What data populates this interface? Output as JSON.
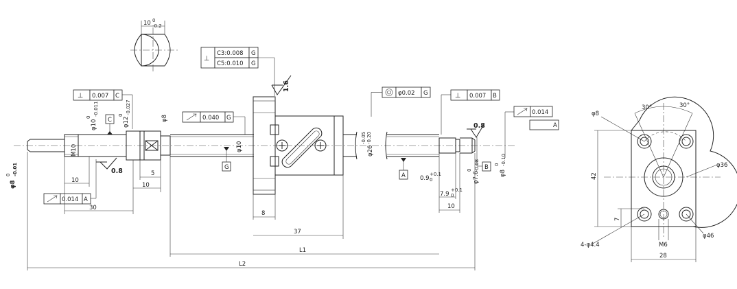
{
  "flat_detail": {
    "dim_main": "10",
    "dim_tol_upper": "0",
    "dim_tol_lower": "-0.2"
  },
  "flange_fcf": [
    {
      "symbol": "⊥",
      "value": "C3:0.008",
      "datum": "G"
    },
    {
      "symbol": "⊥",
      "value": "C5:0.010",
      "datum": "G"
    }
  ],
  "roughness": "1.6",
  "coaxiality_fcf": {
    "symbol": "◎",
    "value": "φ0.02",
    "datum": "G"
  },
  "left_perp_fcf": {
    "symbol": "⊥",
    "value": "0.007",
    "datum": "C"
  },
  "right_perp_fcf": {
    "symbol": "⊥",
    "value": "0.007",
    "datum": "B"
  },
  "runout_mid_fcf": {
    "symbol": "↗",
    "value": "0.040",
    "datum": "G"
  },
  "runout_left_fcf": {
    "symbol": "↗",
    "value": "0.014",
    "datum": "A"
  },
  "runout_right_fcf": {
    "symbol": "↗",
    "value": "0.014",
    "datum": "A"
  },
  "datums": {
    "A": "A",
    "B": "B",
    "C": "C",
    "G": "G"
  },
  "chamfers": {
    "left": "0.8",
    "right": "0.8"
  },
  "diameters": {
    "left_end": {
      "main": "φ8",
      "upper": "0",
      "lower": "-0.01"
    },
    "phi10": {
      "main": "φ10",
      "upper": "0",
      "lower": "-0.011"
    },
    "phi12": {
      "main": "φ12",
      "upper": "0",
      "lower": "-0.027"
    },
    "phi8_top": "φ8",
    "screw": "φ10",
    "nut": {
      "main": "φ26",
      "upper": "-0.05",
      "lower": "-0.20"
    },
    "right_groove": {
      "main": "φ7.6",
      "upper": "0",
      "lower": "-0.08"
    },
    "right_end": {
      "main": "φ8",
      "upper": "0",
      "lower": "-0.10"
    }
  },
  "thread": "M10",
  "lengths": {
    "l10": "10",
    "l30": "30",
    "l10b": "10",
    "l5": "5",
    "l8": "8",
    "l37": "37",
    "l10r": "10",
    "L1": "L1",
    "L2": "L2",
    "groove": {
      "main": "0.9",
      "upper": "+0.1",
      "lower": "0"
    },
    "l79": {
      "main": "7.9",
      "upper": "+0.1",
      "lower": "0"
    }
  },
  "end_view": {
    "angle1": "30°",
    "angle2": "30°",
    "hole_dia": "φ8",
    "pcd": "φ36",
    "flange_dia": "φ46",
    "height": "42",
    "offset": "7",
    "width": "28",
    "holes": "4-φ4.4",
    "tap": "M6"
  }
}
